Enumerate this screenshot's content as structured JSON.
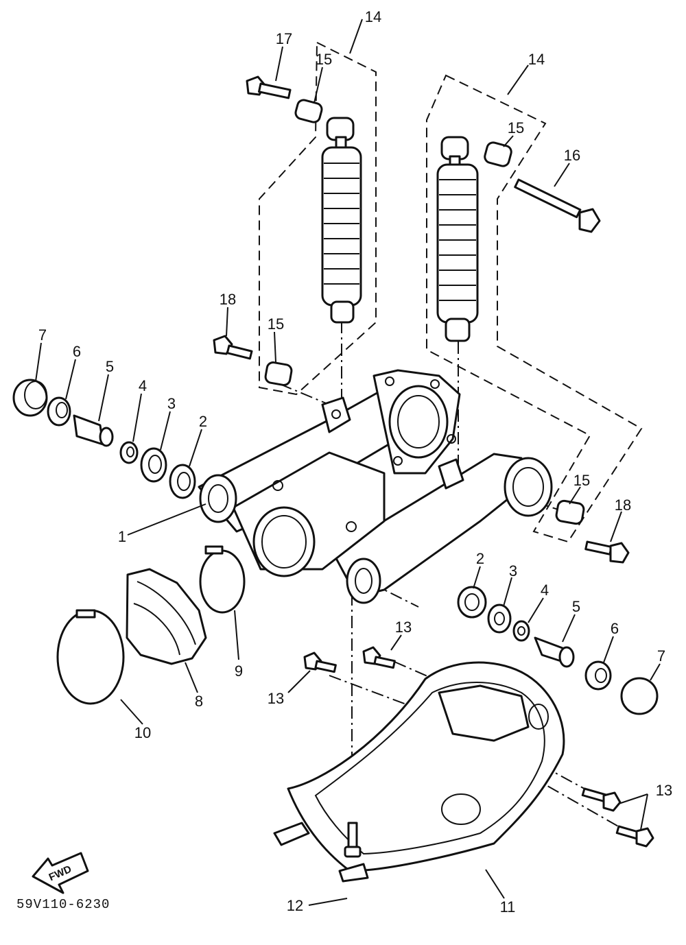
{
  "diagram": {
    "drawing_code": "59V110-6230",
    "direction_arrow": "FWD",
    "callouts": [
      "1",
      "2",
      "2",
      "3",
      "3",
      "4",
      "4",
      "5",
      "5",
      "6",
      "6",
      "7",
      "7",
      "8",
      "9",
      "10",
      "11",
      "12",
      "13",
      "13",
      "13",
      "14",
      "14",
      "15",
      "15",
      "15",
      "15",
      "16",
      "17",
      "18",
      "18"
    ]
  }
}
